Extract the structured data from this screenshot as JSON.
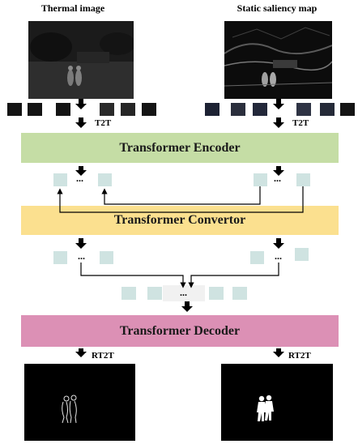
{
  "inputs": {
    "left_title": "Thermal image",
    "right_title": "Static saliency map"
  },
  "tokenize_label_left": "T2T",
  "tokenize_label_right": "T2T",
  "blocks": {
    "encoder": "Transformer Encoder",
    "convertor": "Transformer Convertor",
    "decoder": "Transformer Decoder"
  },
  "ellipsis": "...",
  "detokenize_label_left": "RT2T",
  "detokenize_label_right": "RT2T",
  "colors": {
    "encoder": "#c5dda5",
    "convertor": "#fbe08f",
    "decoder": "#dc90b5",
    "token": "#cfe3e1"
  }
}
